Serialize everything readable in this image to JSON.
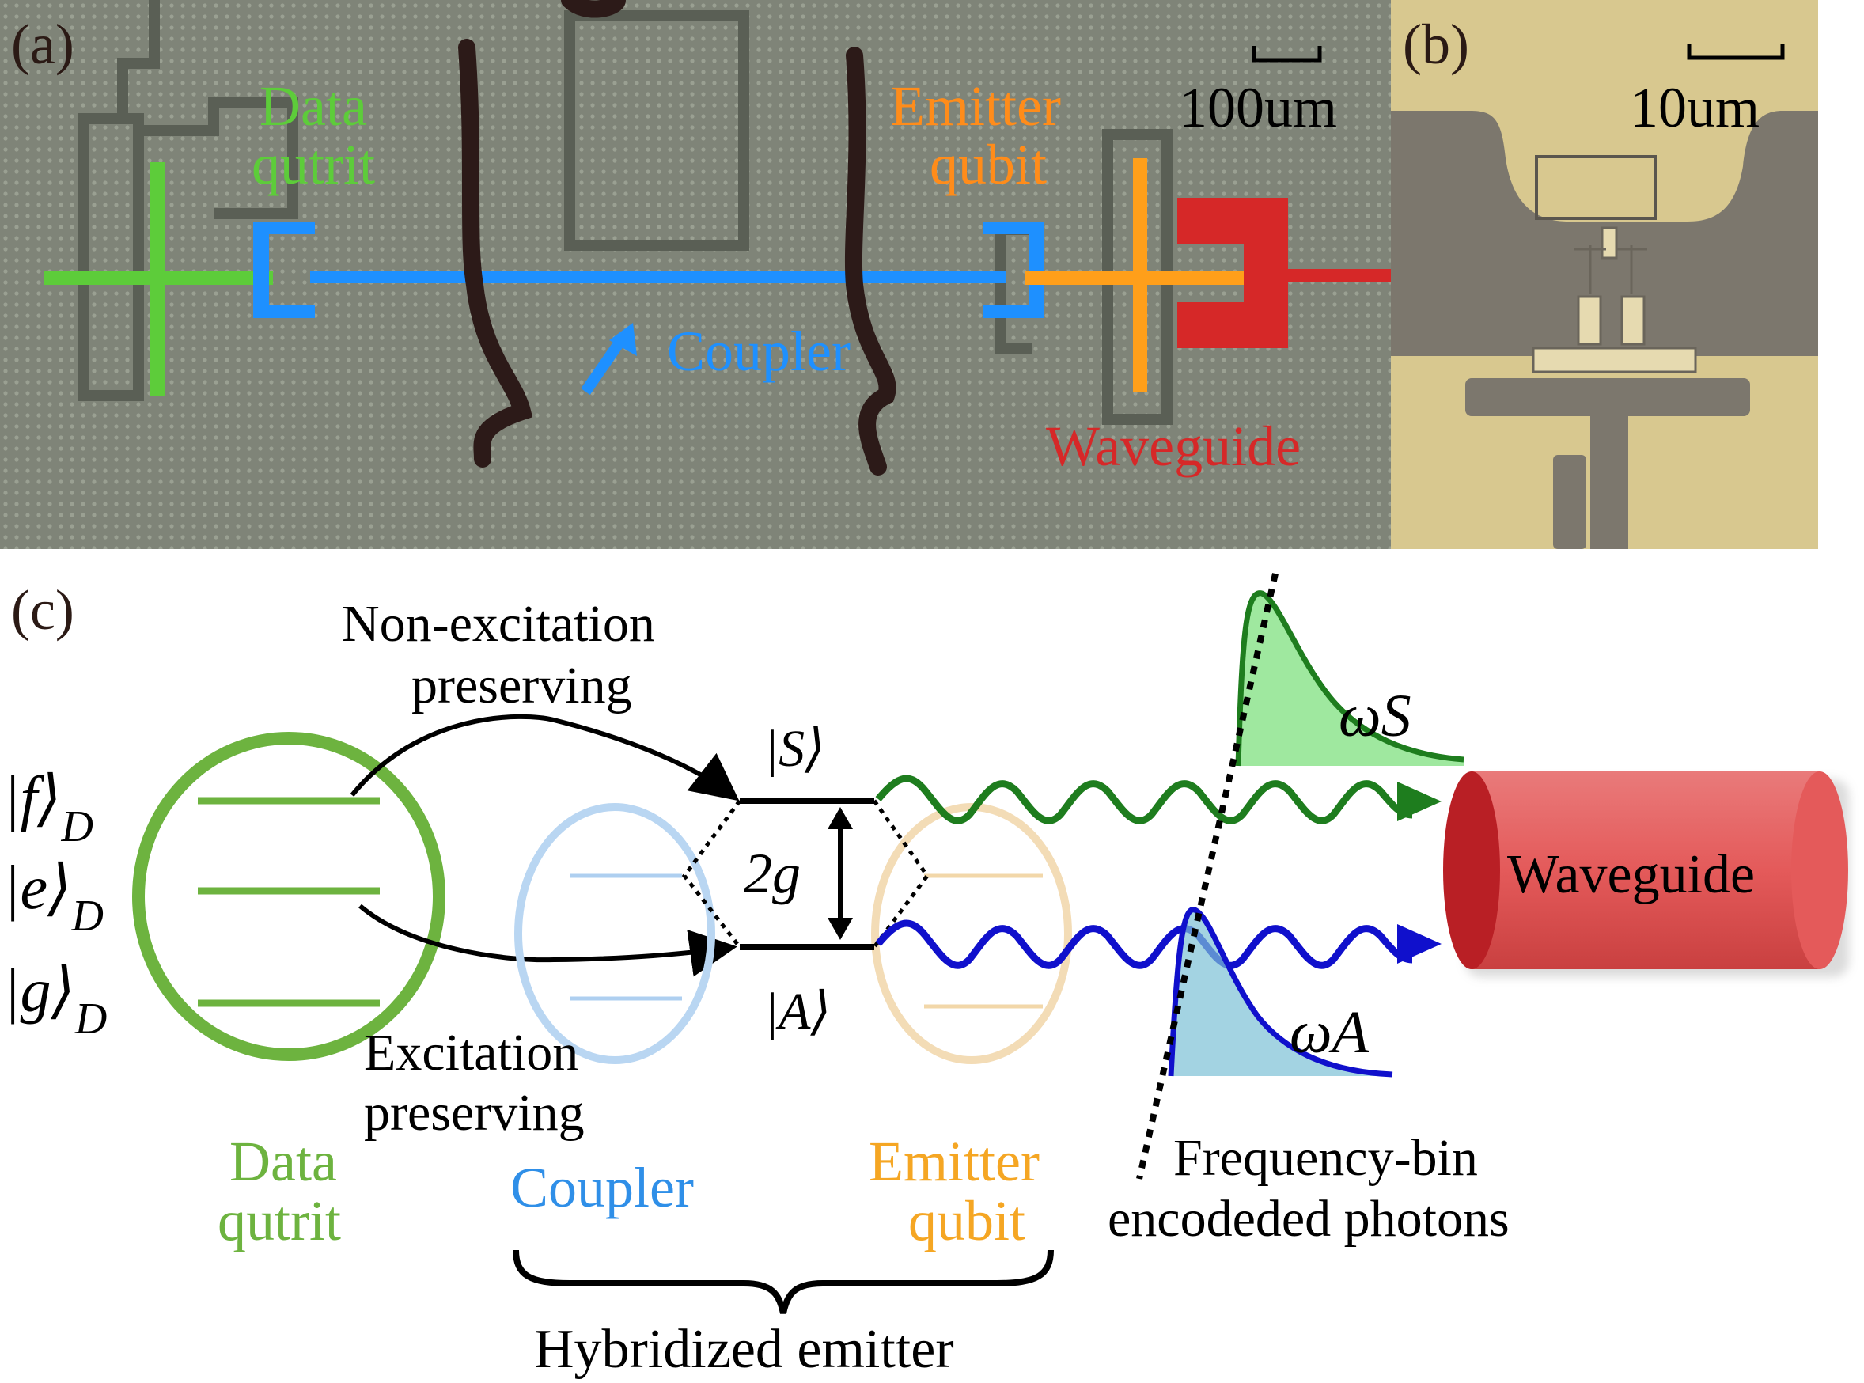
{
  "panel_a": {
    "label": "(a)",
    "scale_bar": "100um",
    "data_qutrit": [
      "Data",
      "qutrit"
    ],
    "emitter_qubit": [
      "Emitter",
      "qubit"
    ],
    "coupler": "Coupler",
    "waveguide": "Waveguide"
  },
  "panel_b": {
    "label": "(b)",
    "scale_bar": "10um"
  },
  "panel_c": {
    "label": "(c)",
    "non_excitation": [
      "Non-excitation",
      "preserving"
    ],
    "excitation": [
      "Excitation",
      "preserving"
    ],
    "levels": {
      "f": "|f⟩",
      "e": "|e⟩",
      "g": "|g⟩",
      "subscript": "D"
    },
    "state_S": "|S⟩",
    "state_A": "|A⟩",
    "splitting": "2g",
    "omega_S": "ωS",
    "omega_A": "ωA",
    "waveguide": "Waveguide",
    "data_qutrit": [
      "Data",
      "qutrit"
    ],
    "coupler": "Coupler",
    "emitter_qubit": [
      "Emitter",
      "qubit"
    ],
    "hybridized": "Hybridized emitter",
    "freq_bin": [
      "Frequency-bin",
      "encodeded photons"
    ]
  },
  "colors": {
    "data_green": "#6db33f",
    "chip_green": "#5dcc3a",
    "coupler_blue": "#2f8fe8",
    "emitter_orange": "#f5a623",
    "waveguide_red": "#d62828",
    "photon_green": "#1e7d1e",
    "photon_blue": "#1010cc"
  }
}
